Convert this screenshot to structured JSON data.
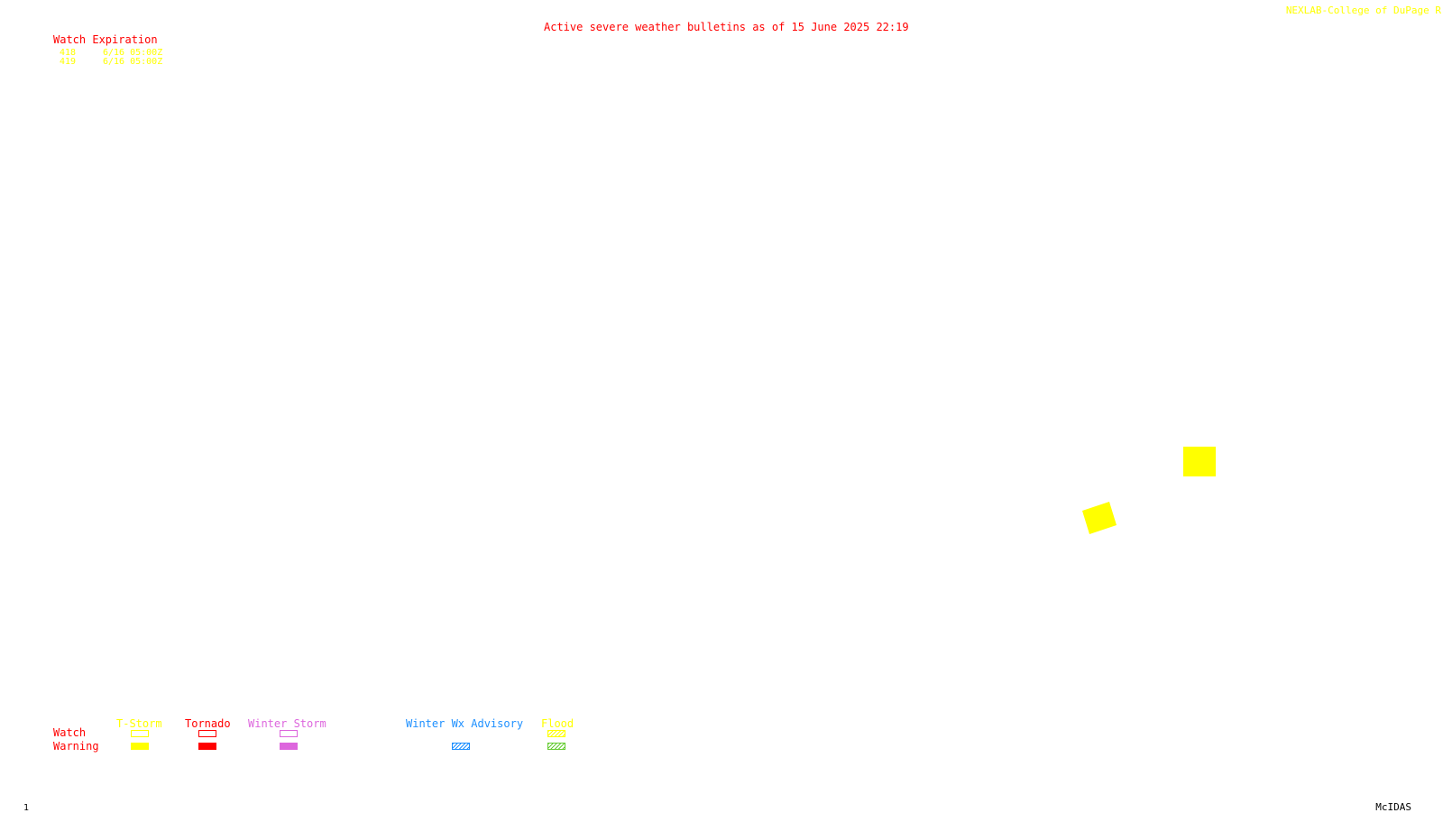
{
  "header": {
    "title": "Active severe weather bulletins as of 15 June 2025 22:19",
    "credit": "NEXLAB-College of DuPage R"
  },
  "watch_list": {
    "heading": "Watch Expiration",
    "rows": [
      {
        "number": "418",
        "expires": "6/16 05:00Z"
      },
      {
        "number": "419",
        "expires": "6/16 05:00Z"
      }
    ]
  },
  "legend": {
    "row_labels": {
      "watch": "Watch",
      "warning": "Warning"
    },
    "categories": [
      {
        "label": "T-Storm",
        "color": "#ffff00"
      },
      {
        "label": "Tornado",
        "color": "#ff0000"
      },
      {
        "label": "Winter Storm",
        "color": "#dd66dd"
      },
      {
        "label": "Winter Wx Advisory",
        "color": "#1e90ff"
      },
      {
        "label": "Flood",
        "color": "#ffff00",
        "warning_color": "#66cc33"
      }
    ]
  },
  "map": {
    "warning_polygon_color": "#ffff00"
  },
  "footer": {
    "frame_number": "1",
    "software": "McIDAS"
  }
}
